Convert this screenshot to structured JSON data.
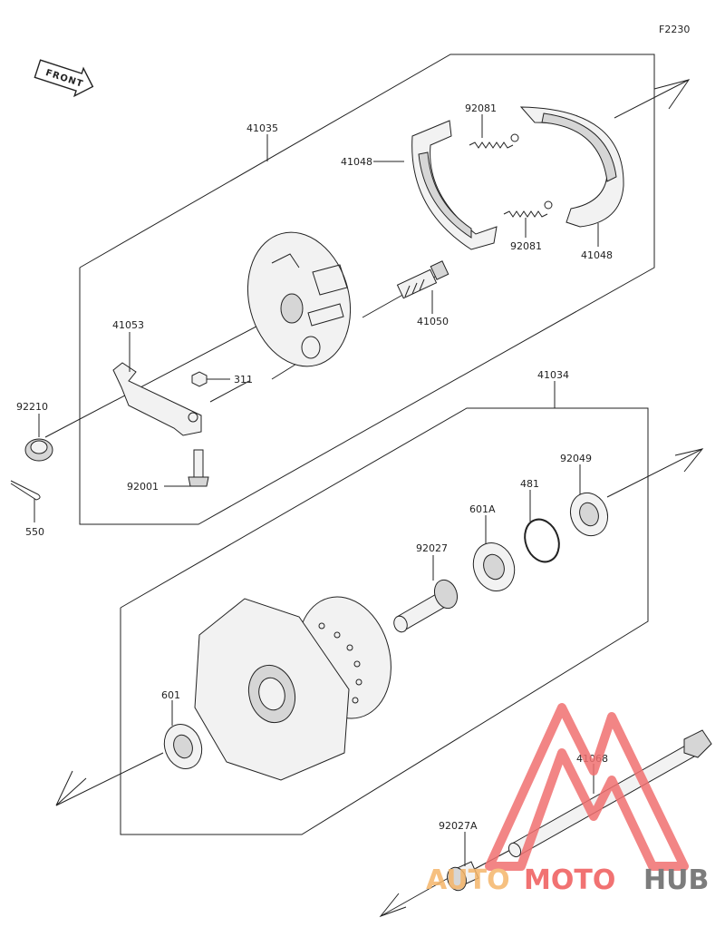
{
  "diagram_code": "F2230",
  "front_label": "FRONT",
  "labels": {
    "p41035": "41035",
    "p41048_top": "41048",
    "p92081_top": "92081",
    "p92081_bottom": "92081",
    "p41048_right": "41048",
    "p41050": "41050",
    "p41053": "41053",
    "p311": "311",
    "p92210": "92210",
    "p92001": "92001",
    "p550": "550",
    "p41034": "41034",
    "p92049": "92049",
    "p481": "481",
    "p601A": "601A",
    "p92027": "92027",
    "p601": "601",
    "p41068": "41068",
    "p92027A": "92027A"
  },
  "watermark": {
    "part1": "AUTO",
    "part2": "MOTO",
    "part3": "HUB",
    "colors": {
      "auto": "#f5b66b",
      "moto": "#ef5a5a",
      "hub": "#666666",
      "triangle": "#f07070"
    }
  }
}
